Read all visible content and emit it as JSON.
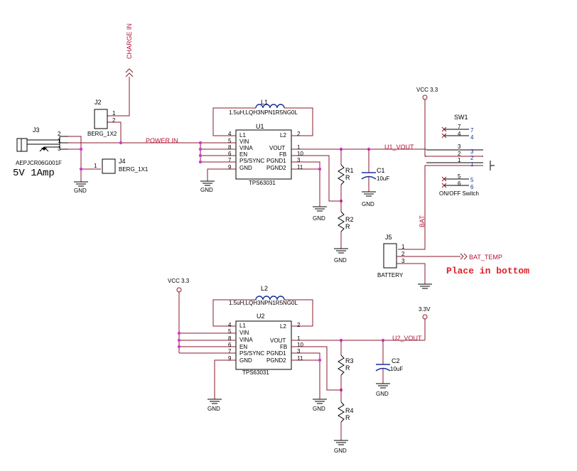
{
  "jack": {
    "ref": "J3",
    "part": "AEPJCR06G001F",
    "note": "5V 1Amp",
    "pins": [
      "2",
      "1",
      "3"
    ]
  },
  "j2": {
    "ref": "J2",
    "value": "BERG_1X2",
    "pins": [
      "1",
      "2"
    ]
  },
  "j4": {
    "ref": "J4",
    "value": "BERG_1X1",
    "pin": "1"
  },
  "j5": {
    "ref": "J5",
    "value": "BATTERY",
    "pins": [
      "1",
      "2",
      "3"
    ]
  },
  "sw1": {
    "ref": "SW1",
    "value": "ON/OFF Switch",
    "pins_top": [
      "7",
      "4",
      "3",
      "2",
      "1",
      "5",
      "6"
    ],
    "pins_bot": [
      "7",
      "4",
      "3",
      "2",
      "1",
      "5",
      "6"
    ]
  },
  "nets": {
    "charge_in": "CHARGE IN",
    "power_in": "POWER IN",
    "u1_vout": "U1_VOUT",
    "u2_vout": "U2_VOUT",
    "bat": "BAT",
    "bat_temp": "BAT_TEMP",
    "vcc_top": "VCC 3.3",
    "vcc_left": "VCC 3.3",
    "v33": "3.3V",
    "gnd": "GND"
  },
  "u1": {
    "ref": "U1",
    "part": "TPS63031",
    "inductor_ref": "L1",
    "inductor_value": "1.5uH,LQH3NPN1R5NG0L",
    "left_pins": [
      {
        "num": "4",
        "name": "L1"
      },
      {
        "num": "5",
        "name": "VIN"
      },
      {
        "num": "8",
        "name": "VINA"
      },
      {
        "num": "6",
        "name": "EN"
      },
      {
        "num": "7",
        "name": "PS/SYNC"
      },
      {
        "num": "9",
        "name": "GND"
      }
    ],
    "right_pins": [
      {
        "num": "2",
        "name": "L2"
      },
      {
        "num": "1",
        "name": "VOUT"
      },
      {
        "num": "10",
        "name": "FB"
      },
      {
        "num": "3",
        "name": "PGND1"
      },
      {
        "num": "11",
        "name": "PGND2"
      }
    ]
  },
  "u2": {
    "ref": "U2",
    "part": "TPS63031",
    "inductor_ref": "L2",
    "inductor_value": "1.5uH,LQH3NPN1R5NG0L",
    "left_pins": [
      {
        "num": "4",
        "name": "L1"
      },
      {
        "num": "5",
        "name": "VIN"
      },
      {
        "num": "8",
        "name": "VINA"
      },
      {
        "num": "6",
        "name": "EN"
      },
      {
        "num": "7",
        "name": "PS/SYNC"
      },
      {
        "num": "9",
        "name": "GND"
      }
    ],
    "right_pins": [
      {
        "num": "2",
        "name": "L2"
      },
      {
        "num": "1",
        "name": "VOUT"
      },
      {
        "num": "10",
        "name": "FB"
      },
      {
        "num": "3",
        "name": "PGND1"
      },
      {
        "num": "11",
        "name": "PGND2"
      }
    ]
  },
  "r1": {
    "ref": "R1",
    "value": "R"
  },
  "r2": {
    "ref": "R2",
    "value": "R"
  },
  "r3": {
    "ref": "R3",
    "value": "R"
  },
  "r4": {
    "ref": "R4",
    "value": "R"
  },
  "c1": {
    "ref": "C1",
    "value": "10uF"
  },
  "c2": {
    "ref": "C2",
    "value": "10uF"
  },
  "note": "Place in bottom",
  "colors": {
    "wire": "#8b1a2b",
    "junction": "#d633d6",
    "net_label": "#b3143a",
    "switch_pin": "#1a2fa0",
    "note": "#e0202a"
  }
}
